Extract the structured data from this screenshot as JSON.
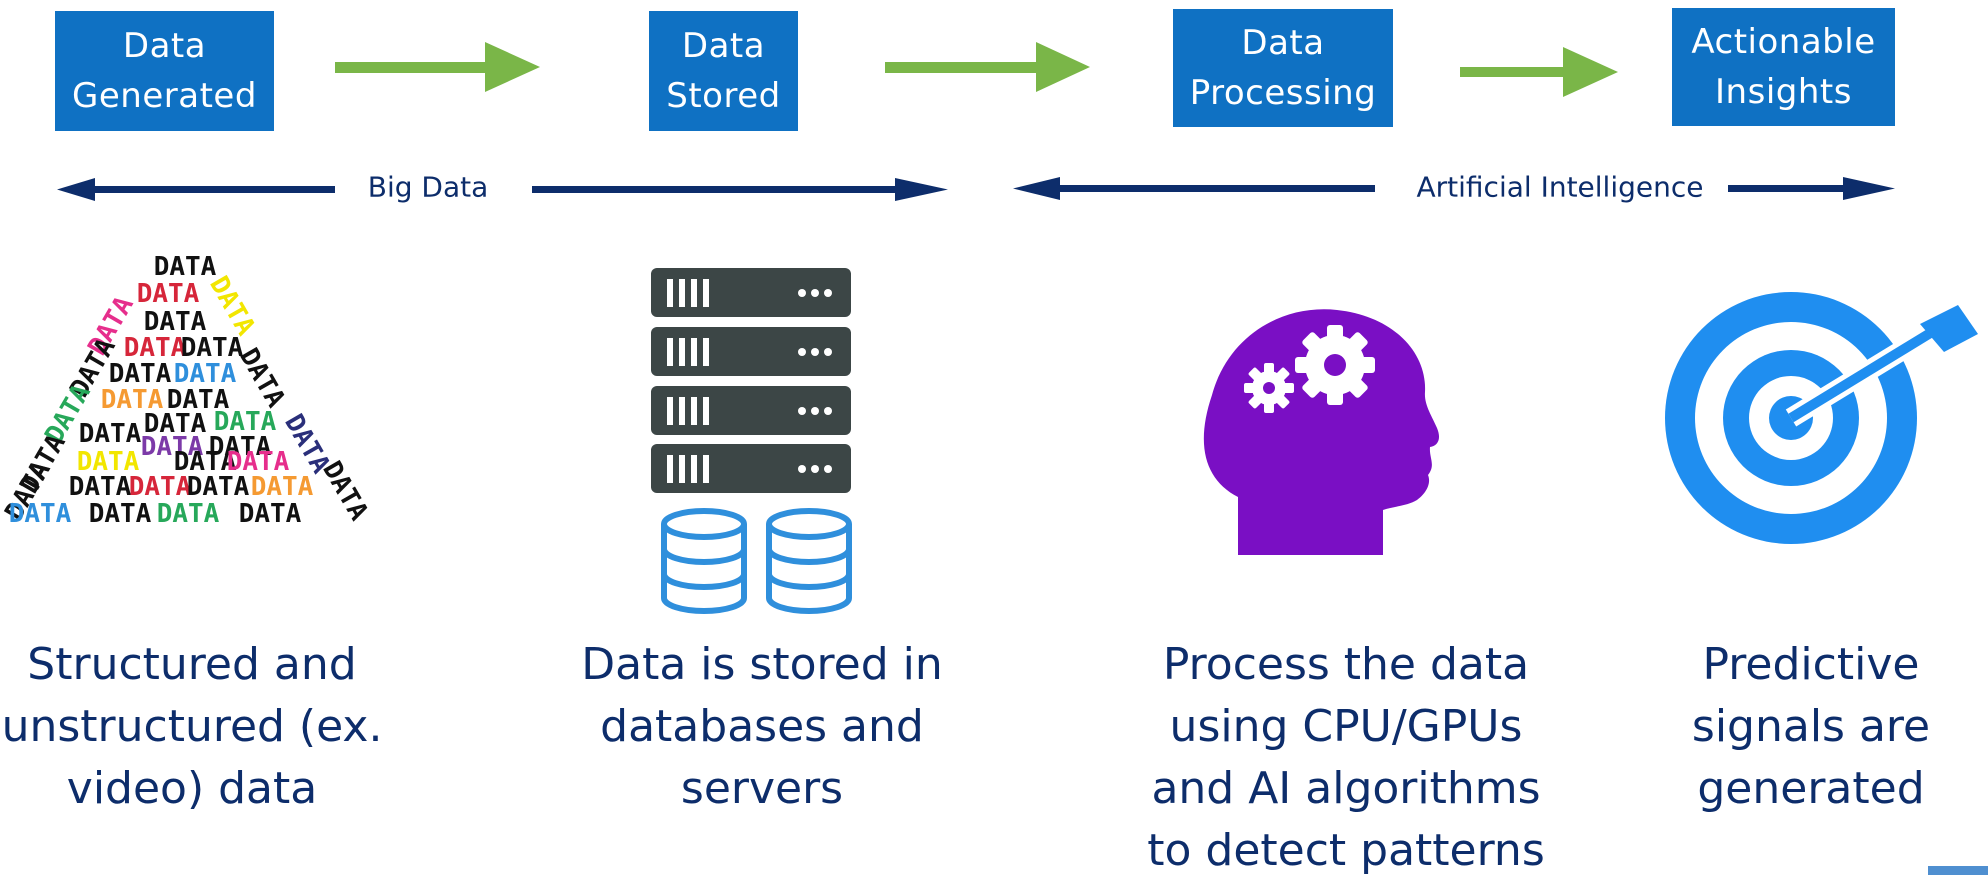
{
  "colors": {
    "stage_box": "#0f71c3",
    "flow_arrow": "#7ab648",
    "bracket_arrow": "#0d2d6b",
    "caption_text": "#0d2d6b",
    "server_body": "#3c4646",
    "database": "#2f8fdc",
    "head": "#7a0fc4",
    "target": "#1f8ef0"
  },
  "stages": [
    {
      "line1": "Data",
      "line2": "Generated"
    },
    {
      "line1": "Data",
      "line2": "Stored"
    },
    {
      "line1": "Data",
      "line2": "Processing"
    },
    {
      "line1": "Actionable",
      "line2": "Insights"
    }
  ],
  "groups": {
    "big_data": "Big Data",
    "artificial_intelligence": "Artificial Intelligence"
  },
  "icons": {
    "data_generated": "data-word-cloud-icon",
    "data_stored": "server-database-icon",
    "data_processing": "head-gears-icon",
    "actionable_insights": "target-arrow-icon"
  },
  "word_cloud": {
    "word": "DATA"
  },
  "captions": [
    {
      "lines": [
        "Structured and",
        "unstructured (ex.",
        "video) data"
      ]
    },
    {
      "lines": [
        "Data is stored in",
        "databases and",
        "servers"
      ]
    },
    {
      "lines": [
        "Process the data",
        "using CPU/GPUs",
        "and AI algorithms",
        "to detect patterns"
      ]
    },
    {
      "lines": [
        "Predictive",
        "signals are",
        "generated"
      ]
    }
  ]
}
